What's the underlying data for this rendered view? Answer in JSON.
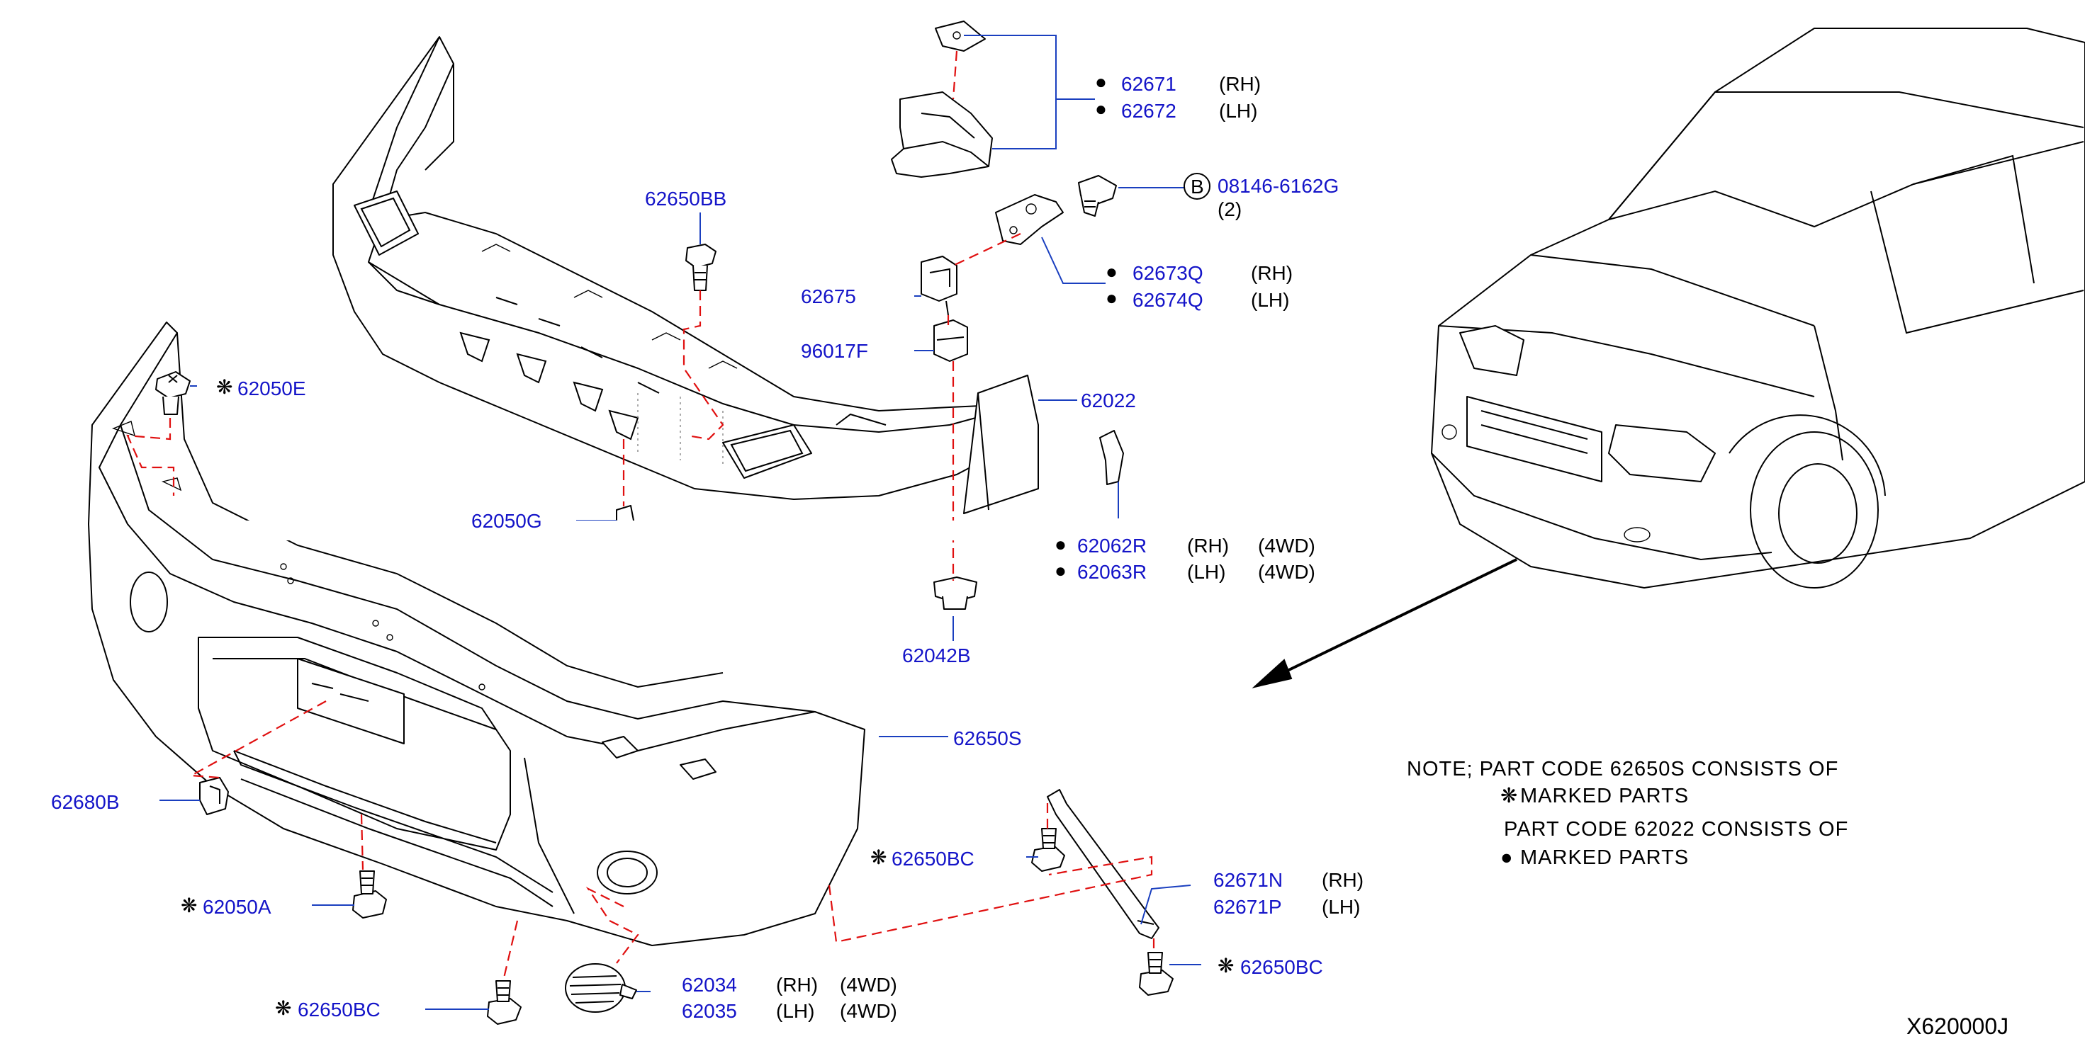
{
  "labels": {
    "p62671": "62671",
    "p62671_side": "(RH)",
    "p62672": "62672",
    "p62672_side": "(LH)",
    "p08146": "08146-6162G",
    "p08146_qty": "(2)",
    "p08146_marker": "B",
    "p62650BB": "62650BB",
    "p62673Q": "62673Q",
    "p62673Q_side": "(RH)",
    "p62674Q": "62674Q",
    "p62674Q_side": "(LH)",
    "p62675": "62675",
    "p96017F": "96017F",
    "p62022": "62022",
    "p62050E": "62050E",
    "p62050G": "62050G",
    "p62062R": "62062R",
    "p62062R_side": "(RH)",
    "p62062R_drive": "(4WD)",
    "p62063R": "62063R",
    "p62063R_side": "(LH)",
    "p62063R_drive": "(4WD)",
    "p62042B": "62042B",
    "p62650S": "62650S",
    "p62680B": "62680B",
    "p62650BC_a": "62650BC",
    "p62050A": "62050A",
    "p62671N": "62671N",
    "p62671N_side": "(RH)",
    "p62671P": "62671P",
    "p62671P_side": "(LH)",
    "p62650BC_b": "62650BC",
    "p62034": "62034",
    "p62034_side": "(RH)",
    "p62034_drive": "(4WD)",
    "p62035": "62035",
    "p62035_side": "(LH)",
    "p62035_drive": "(4WD)",
    "p62650BC_c": "62650BC",
    "diagram_id": "X620000J"
  },
  "note": {
    "line1": "NOTE; PART CODE 62650S CONSISTS OF",
    "line2": "MARKED PARTS",
    "line3": "PART CODE 62022 CONSISTS OF",
    "line4": "MARKED PARTS"
  },
  "symbols": {
    "asterisk": "❋",
    "bullet": "●"
  },
  "colors": {
    "part_number": "#1414c8",
    "leader": "#1a3fbf",
    "exploded_line": "#e01010",
    "outline": "#000000"
  }
}
